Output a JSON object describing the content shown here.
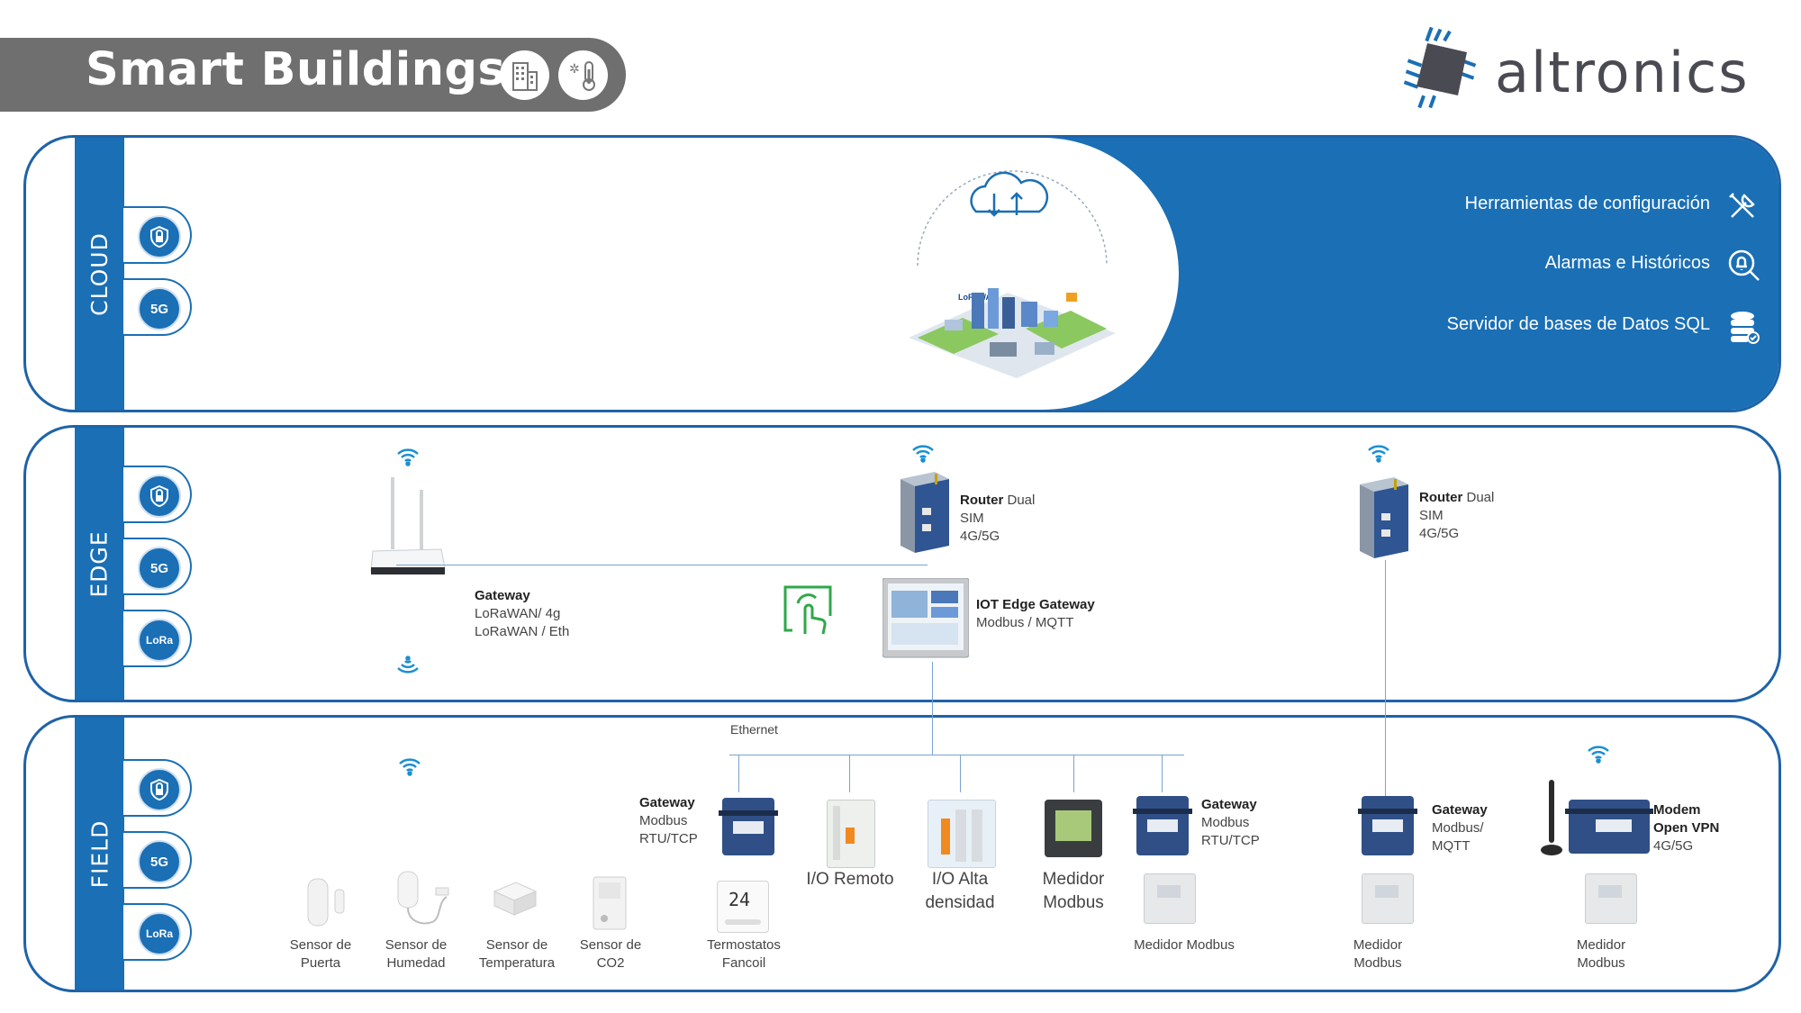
{
  "header": {
    "title": "Smart Buildings",
    "icons": [
      "building-icon",
      "thermostat-icon"
    ],
    "brand": "altronics"
  },
  "colors": {
    "primary_blue": "#1a6fb5",
    "title_gray": "#6f6f6f",
    "accent_green": "#2ea84a"
  },
  "cloud": {
    "label": "CLOUD",
    "badges": [
      "lock-shield-icon",
      "5G"
    ],
    "services": [
      {
        "label": "Herramientas de configuración",
        "icon": "tools-icon"
      },
      {
        "label": "Alarmas e Históricos",
        "icon": "alarm-search-icon"
      },
      {
        "label": "Servidor de bases de Datos SQL",
        "icon": "database-icon"
      }
    ],
    "lorawan_logo": "LoRaWAN"
  },
  "edge": {
    "label": "EDGE",
    "badges": [
      "lock-shield-icon",
      "5G",
      "LoRa"
    ],
    "gateway_lora": {
      "title": "Gateway",
      "line1": "LoRaWAN/ 4g",
      "line2": "LoRaWAN / Eth"
    },
    "router_center": {
      "title": "Router",
      "title_suffix": " Dual",
      "line1": "SIM",
      "line2": "4G/5G"
    },
    "router_right": {
      "title": "Router",
      "title_suffix": " Dual",
      "line1": "SIM",
      "line2": "4G/5G"
    },
    "iot_gateway": {
      "title": "IOT Edge Gateway",
      "line1": "Modbus / MQTT"
    }
  },
  "field": {
    "label": "FIELD",
    "badges": [
      "lock-shield-icon",
      "5G",
      "LoRa"
    ],
    "ethernet_label": "Ethernet",
    "sensors": [
      {
        "line1": "Sensor de",
        "line2": "Puerta"
      },
      {
        "line1": "Sensor de",
        "line2": "Humedad"
      },
      {
        "line1": "Sensor de",
        "line2": "Temperatura"
      },
      {
        "line1": "Sensor de",
        "line2": "CO2"
      }
    ],
    "thermostat": {
      "line1": "Termostatos",
      "line2": "Fancoil",
      "display": "24"
    },
    "gateway_left": {
      "title": "Gateway",
      "line1": "Modbus",
      "line2": "RTU/TCP"
    },
    "io_remoto": "I/O Remoto",
    "io_alta": {
      "line1": "I/O Alta",
      "line2": "densidad"
    },
    "medidor_modbus_lg": {
      "line1": "Medidor",
      "line2": "Modbus"
    },
    "gateway_mid": {
      "title": "Gateway",
      "line1": "Modbus",
      "line2": "RTU/TCP"
    },
    "medidor_modbus_mid": "Medidor Modbus",
    "gateway_right": {
      "title": "Gateway",
      "line1": "Modbus/",
      "line2": "MQTT"
    },
    "medidor_right1": {
      "line1": "Medidor",
      "line2": "Modbus"
    },
    "modem": {
      "title1": "Modem",
      "title2": "Open VPN",
      "line1": "4G/5G"
    },
    "medidor_right2": {
      "line1": "Medidor",
      "line2": "Modbus"
    }
  }
}
